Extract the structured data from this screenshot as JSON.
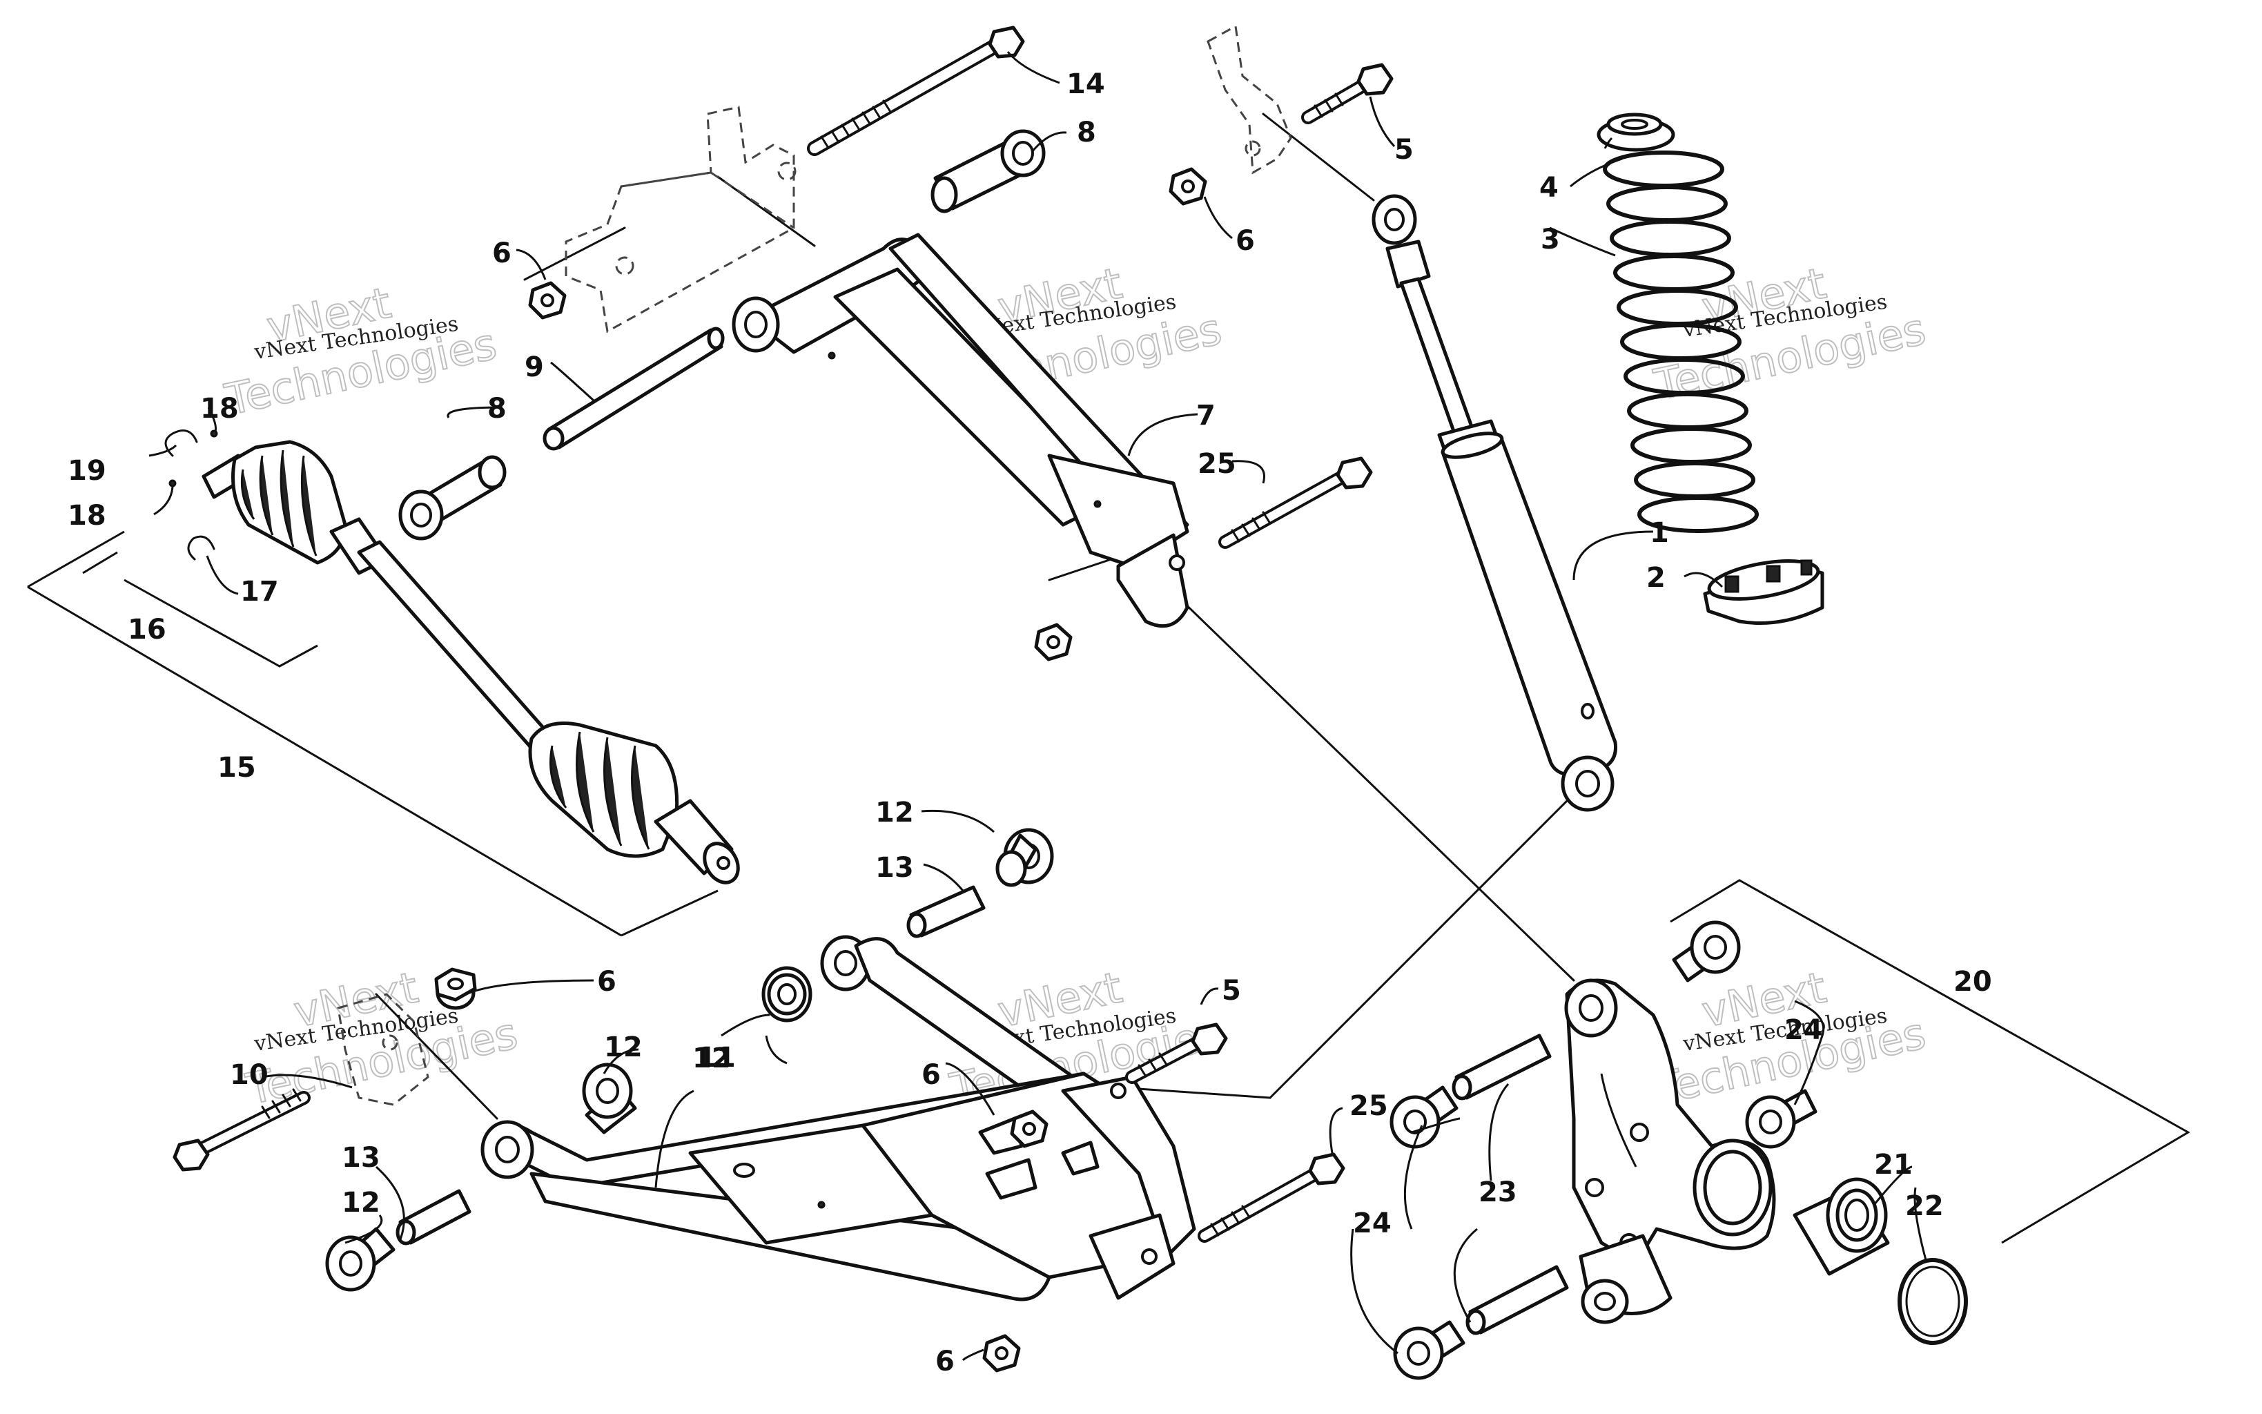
{
  "watermark": {
    "line1": "vNext",
    "line2": "Technologies",
    "caption": "vNext Technologies"
  },
  "callouts": {
    "c1": "1",
    "c2": "2",
    "c3": "3",
    "c4": "4",
    "c5a": "5",
    "c5b": "5",
    "c6a": "6",
    "c6b": "6",
    "c6c": "6",
    "c6d": "6",
    "c6e": "6",
    "c7": "7",
    "c8a": "8",
    "c8b": "8",
    "c9": "9",
    "c10": "10",
    "c11": "11",
    "c12a": "12",
    "c12b": "12",
    "c12c": "12",
    "c12d": "12",
    "c13a": "13",
    "c13b": "13",
    "c14": "14",
    "c15": "15",
    "c16": "16",
    "c17": "17",
    "c18a": "18",
    "c18b": "18",
    "c19": "19",
    "c20": "20",
    "c21": "21",
    "c22": "22",
    "c23": "23",
    "c24a": "24",
    "c24b": "24",
    "c25a": "25",
    "c25b": "25"
  }
}
